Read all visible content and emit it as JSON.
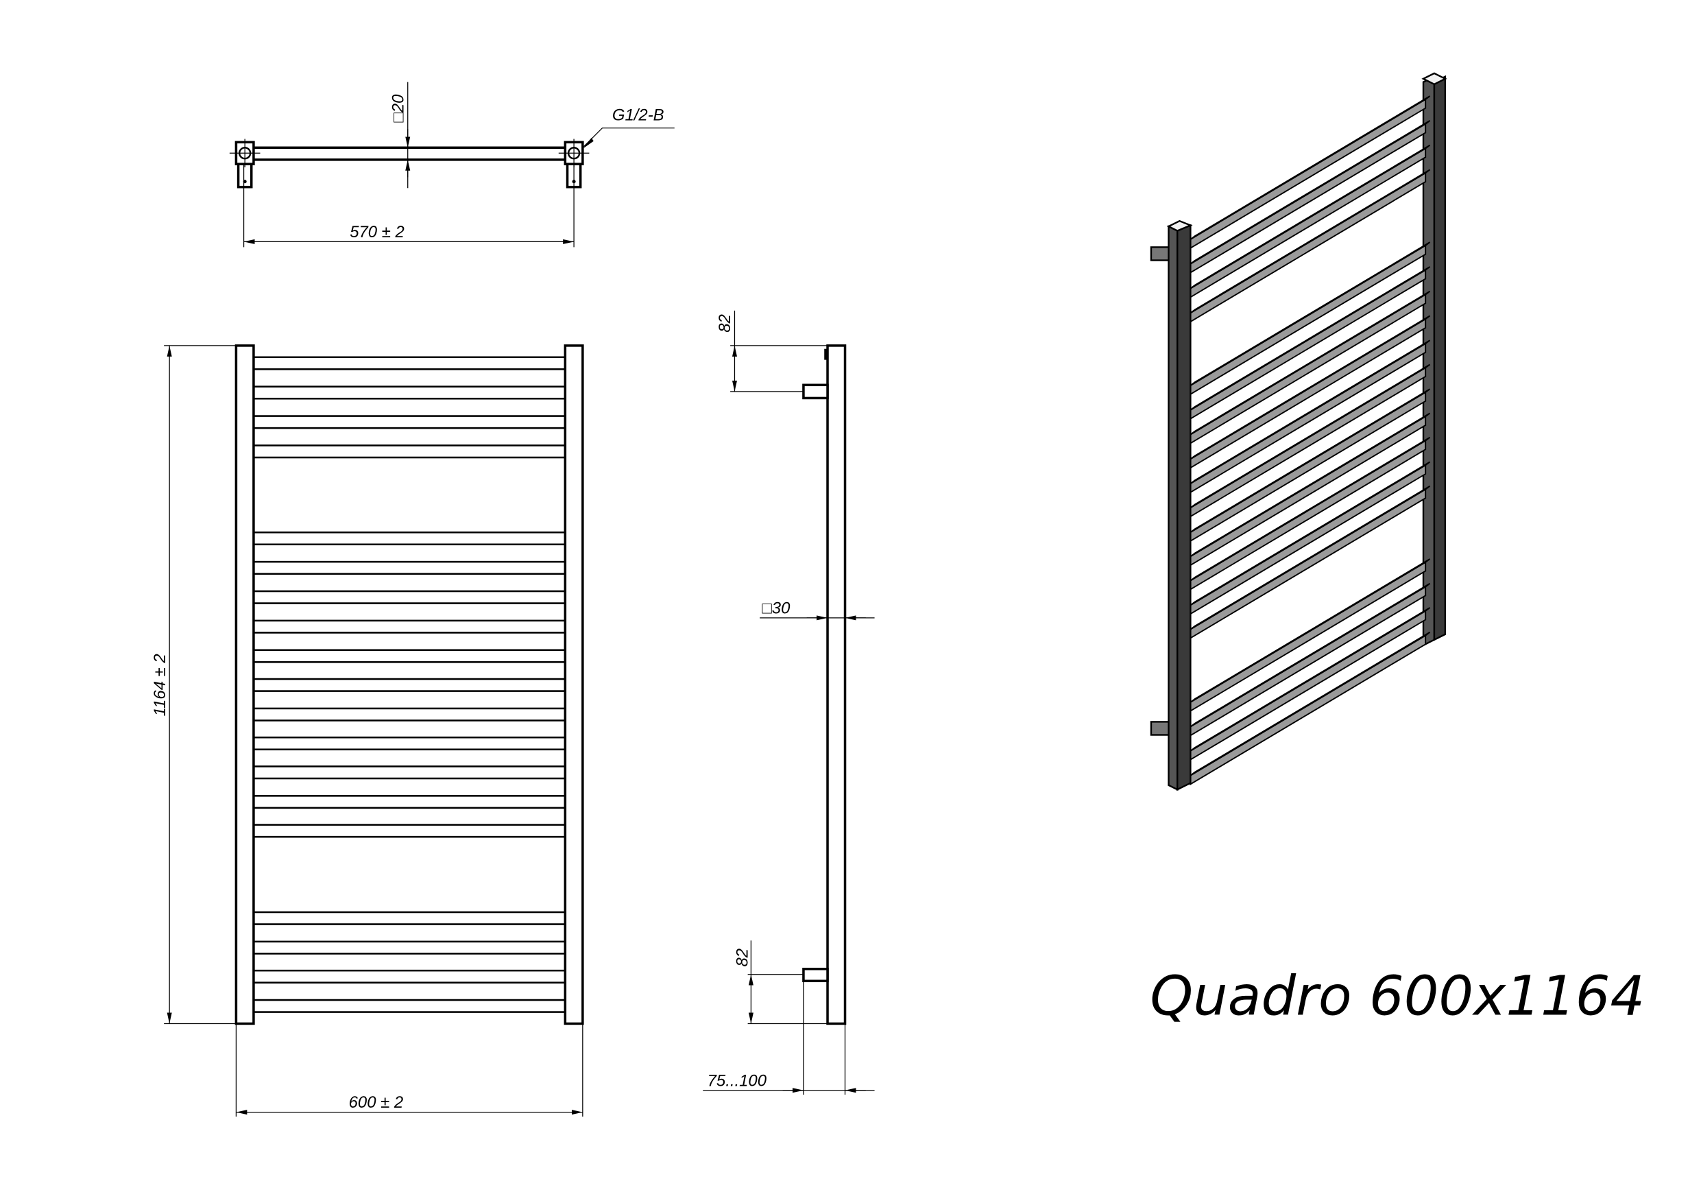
{
  "title": "Quadro 600x1164",
  "top_view": {
    "tube_size_label": "□20",
    "thread_label": "G1/2-B",
    "center_distance_label": "570 ± 2"
  },
  "front_view": {
    "height_label": "1164 ± 2",
    "width_label": "600 ± 2",
    "bar_groups": [
      4,
      11,
      4
    ]
  },
  "side_view": {
    "top_offset_label": "82",
    "bottom_offset_label": "82",
    "post_size_label": "□30",
    "wall_distance_label": "75...100"
  },
  "colors": {
    "line": "#000000",
    "post_dark": "#3a3a3a",
    "bar_light": "#f2f2f2",
    "bar_mid": "#9a9a9a",
    "bar_dark": "#5a5a5a"
  }
}
